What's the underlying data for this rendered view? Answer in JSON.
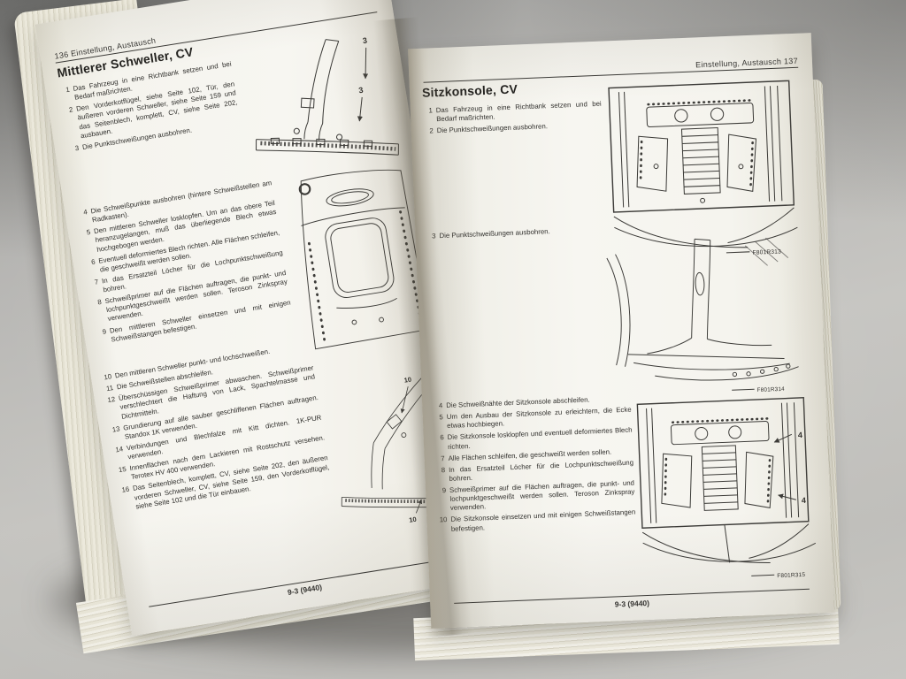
{
  "photo": {
    "background_hex": "#b3b2ae",
    "paper_hex": "#f5f4ee",
    "ink_hex": "#2e2d2a"
  },
  "book": {
    "left_page": {
      "page_number": "136",
      "header": "136 Einstellung, Austausch",
      "title": "Mittlerer Schweller, CV",
      "steps": [
        {
          "num": "1",
          "text": "Das Fahrzeug in eine Richtbank setzen und bei Bedarf maßrichten."
        },
        {
          "num": "2",
          "text": "Den Vorderkotflügel, siehe Seite 102, Tür, den äußeren vorderen Schweller, siehe Seite 159 und das Seitenblech, komplett, CV, siehe Seite 202, ausbauen."
        },
        {
          "num": "3",
          "text": "Die Punktschweißungen ausbohren."
        },
        {
          "num": "4",
          "text": "Die Schweißpunkte ausbohren (hintere Schweißstellen am Radkasten)."
        },
        {
          "num": "5",
          "text": "Den mittleren Schweller losklopfen. Um an das obere Teil heranzugelangen, muß das überliegende Blech etwas hochgebogen werden."
        },
        {
          "num": "6",
          "text": "Eventuell deformiertes Blech richten. Alle Flächen schleifen, die geschweißt werden sollen."
        },
        {
          "num": "7",
          "text": "In das Ersatzteil Löcher für die Lochpunktschweißung bohren."
        },
        {
          "num": "8",
          "text": "Schweißprimer auf die Flächen auftragen, die punkt- und lochpunktgeschweißt werden sollen. Teroson Zinkspray verwenden."
        },
        {
          "num": "9",
          "text": "Den mittleren Schweller einsetzen und mit einigen Schweißstangen befestigen."
        },
        {
          "num": "10",
          "text": "Den mittleren Schweller punkt- und lochschweißen."
        },
        {
          "num": "11",
          "text": "Die Schweißstellen abschleifen."
        },
        {
          "num": "12",
          "text": "Überschüssigen Schweißprimer abwaschen. Schweißprimer verschlechtert die Haftung von Lack, Spachtelmasse und Dichtmitteln."
        },
        {
          "num": "13",
          "text": "Grundierung auf alle sauber geschliffenen Flächen auftragen. Standox 1K verwenden."
        },
        {
          "num": "14",
          "text": "Verbindungen und Blechfalze mit Kitt dichten. 1K-PUR verwenden."
        },
        {
          "num": "15",
          "text": "Innenflächen nach dem Lackieren mit Rostschutz versehen. Terotex HV 400 verwenden."
        },
        {
          "num": "16",
          "text": "Das Seitenblech, komplett, CV, siehe Seite 202, den äußeren vorderen Schweller, CV, siehe Seite 159, den Vorderkotflügel, siehe Seite 102 und die Tür einbauen."
        }
      ],
      "figure_callouts": {
        "fig1": [
          "3",
          "3"
        ],
        "fig3": [
          "10",
          "10"
        ]
      },
      "footer": "9-3 (9440)"
    },
    "right_page": {
      "page_number": "137",
      "header": "Einstellung, Austausch 137",
      "title": "Sitzkonsole, CV",
      "steps": [
        {
          "num": "1",
          "text": "Das Fahrzeug in eine Richtbank setzen und bei Bedarf maßrichten."
        },
        {
          "num": "2",
          "text": "Die Punktschweißungen ausbohren."
        },
        {
          "num": "3",
          "text": "Die Punktschweißungen ausbohren."
        },
        {
          "num": "4",
          "text": "Die Schweißnähte der Sitzkonsole abschleifen."
        },
        {
          "num": "5",
          "text": "Um den Ausbau der Sitzkonsole zu erleichtern, die Ecke etwas hochbiegen."
        },
        {
          "num": "6",
          "text": "Die Sitzkonsole losklopfen und eventuell deformiertes Blech richten."
        },
        {
          "num": "7",
          "text": "Alle Flächen schleifen, die geschweißt werden sollen."
        },
        {
          "num": "8",
          "text": "In das Ersatzteil Löcher für die Lochpunktschweißung bohren."
        },
        {
          "num": "9",
          "text": "Schweißprimer auf die Flächen auftragen, die punkt- und lochpunktgeschweißt werden sollen. Teroson Zinkspray verwenden."
        },
        {
          "num": "10",
          "text": "Die Sitzkonsole einsetzen und mit einigen Schweißstangen befestigen."
        }
      ],
      "figures": {
        "fig1": {
          "label": "F801R313"
        },
        "fig2": {
          "label": "F801R314"
        },
        "fig3": {
          "label": "F801R315",
          "callouts": [
            "4",
            "4"
          ]
        }
      },
      "footer": "9-3 (9440)"
    }
  }
}
